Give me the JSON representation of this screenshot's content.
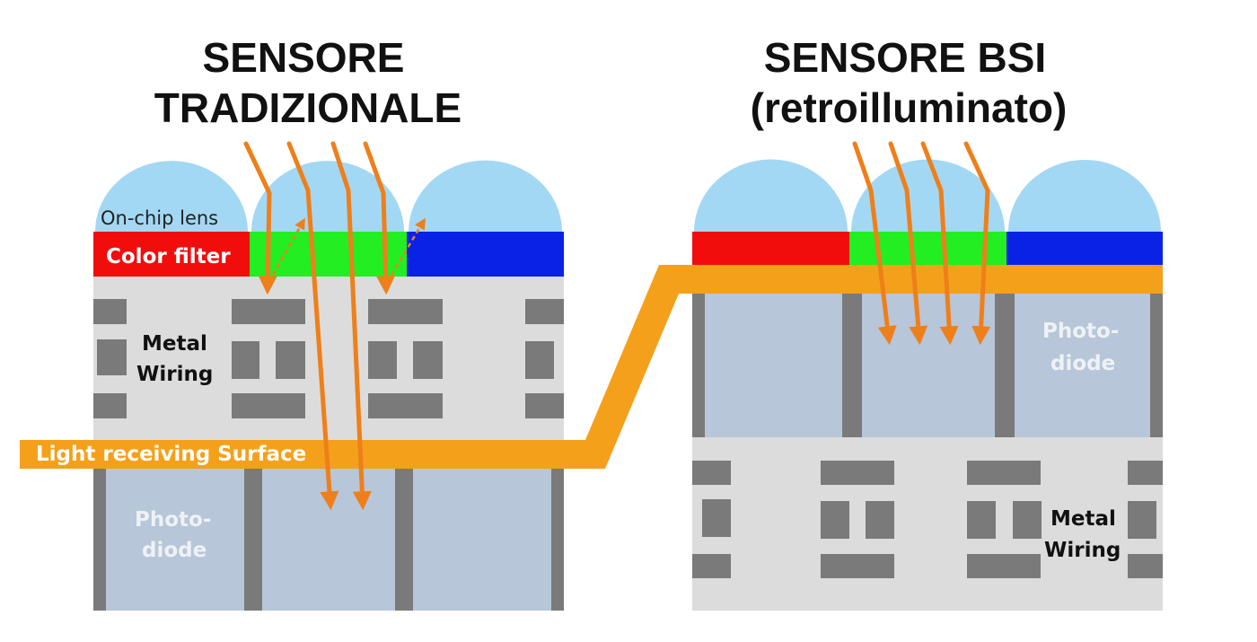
{
  "colors": {
    "lens": "#a3d8f4",
    "red_filter": "#f20d0d",
    "green_filter": "#22ee22",
    "blue_filter": "#0a22e6",
    "substrate": "#dcdcdc",
    "wiring": "#7a7a7a",
    "photodiode": "#b7c6d8",
    "light_surface": "#f5a01a",
    "light_ray": "#ef7f1a"
  },
  "traditional": {
    "title_line1": "SENSORE",
    "title_line2": "TRADIZIONALE",
    "lens_label": "On-chip lens",
    "color_filter_label": "Color filter",
    "metal_wiring_line1": "Metal",
    "metal_wiring_line2": "Wiring",
    "light_surface_label": "Light receiving Surface",
    "photodiode_line1": "Photo-",
    "photodiode_line2": "diode"
  },
  "bsi": {
    "title_line1": "SENSORE BSI",
    "title_line2": "(retroilluminato)",
    "photodiode_line1": "Photo-",
    "photodiode_line2": "diode",
    "metal_wiring_line1": "Metal",
    "metal_wiring_line2": "Wiring"
  }
}
